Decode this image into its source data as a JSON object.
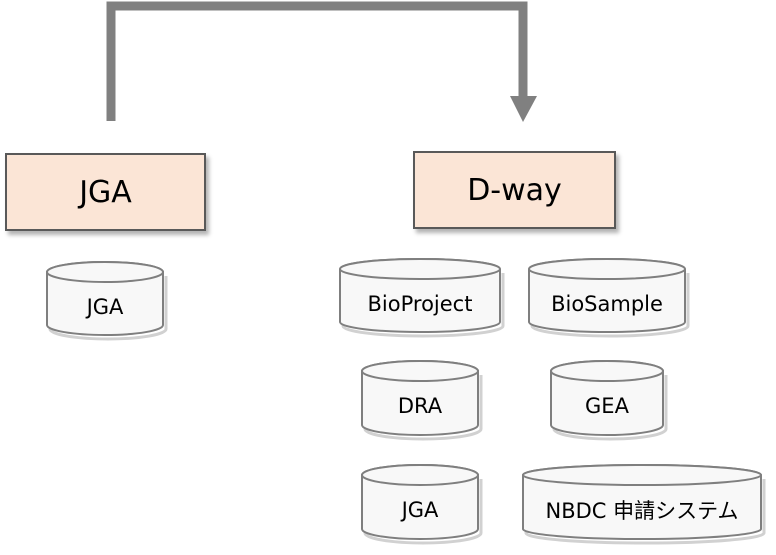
{
  "colors": {
    "connector": "#808080",
    "box_fill": "#fbe5d6",
    "box_border": "#595959",
    "db_fill": "#f8f8f8",
    "db_stroke": "#7f7f7f"
  },
  "groups": [
    {
      "title": "JGA",
      "databases": [
        "JGA"
      ]
    },
    {
      "title": "D-way",
      "databases": [
        "BioProject",
        "BioSample",
        "DRA",
        "GEA",
        "JGA",
        "NBDC 申請システム"
      ]
    }
  ],
  "connector": {
    "from": "JGA",
    "to": "D-way",
    "style": "arrow"
  }
}
